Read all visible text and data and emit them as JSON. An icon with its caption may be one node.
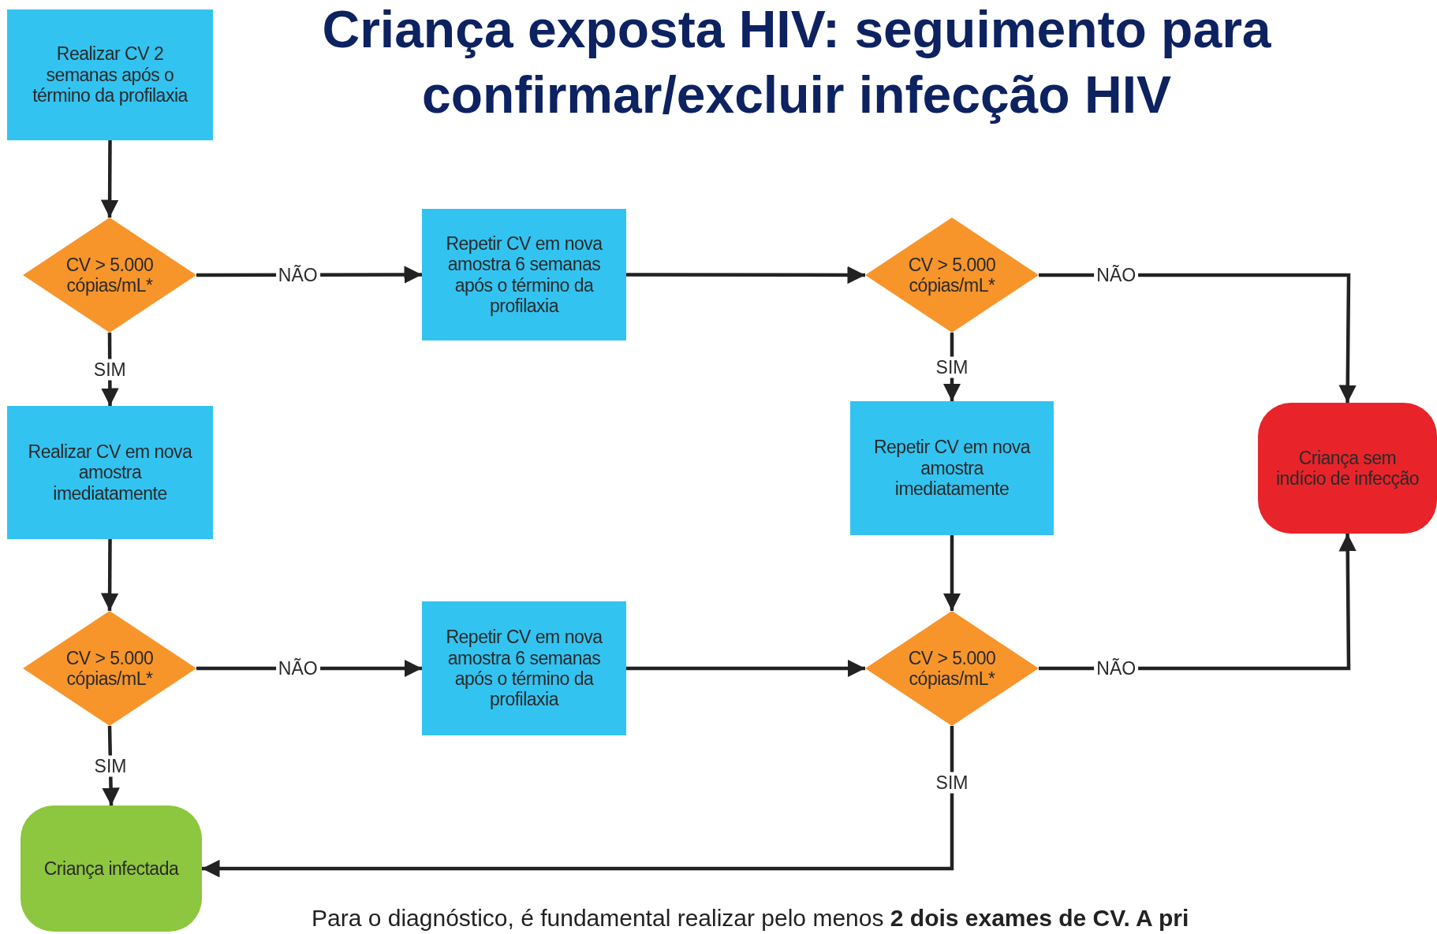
{
  "diagram": {
    "title": "Criança exposta HIV: seguimento para confirmar/excluir infecção HIV",
    "nodes": [
      {
        "text": [
          "Realizar CV 2 semanas após o término da profilaxia"
        ]
      },
      {
        "text": [
          "CV > 5.000 cópias/mL*"
        ]
      },
      {
        "text": [
          "Repetir CV em nova amostra 6 semanas após o término da profilaxia"
        ]
      },
      {
        "text": [
          "CV > 5.000 cópias/mL*"
        ]
      },
      {
        "text": [
          "Criança sem indício de infecção"
        ]
      },
      {
        "text": [
          "Realizar CV em nova amostra imediatamente"
        ]
      },
      {
        "text": [
          "Repetir CV em nova amostra imediatamente"
        ]
      },
      {
        "text": [
          "CV > 5.000 cópias/mL*"
        ]
      },
      {
        "text": [
          "Repetir CV em nova amostra 6 semanas após o término da profilaxia"
        ]
      },
      {
        "text": [
          "CV > 5.000 cópias/mL*"
        ]
      },
      {
        "text": [
          "Criança infectada"
        ]
      }
    ],
    "edges": [
      {
        "from": 0,
        "to": 1,
        "arrow": "to"
      },
      {
        "from": 1,
        "to": 2,
        "arrow": "to",
        "label": "NÃO"
      },
      {
        "from": 1,
        "to": 5,
        "arrow": "to",
        "label": "SIM"
      },
      {
        "from": 2,
        "to": 3,
        "arrow": "to"
      },
      {
        "from": 3,
        "to": 4,
        "arrow": "to",
        "label": "NÃO"
      },
      {
        "from": 3,
        "to": 6,
        "arrow": "to",
        "label": "SIM"
      },
      {
        "from": 5,
        "to": 7,
        "arrow": "to"
      },
      {
        "from": 7,
        "to": 8,
        "arrow": "to",
        "label": "NÃO"
      },
      {
        "from": 7,
        "to": 10,
        "arrow": "to",
        "label": "SIM"
      },
      {
        "from": 8,
        "to": 9,
        "arrow": "to"
      },
      {
        "from": 6,
        "to": 9,
        "arrow": "to"
      },
      {
        "from": 9,
        "to": 4,
        "arrow": "to",
        "label": "NÃO"
      },
      {
        "from": 9,
        "to": 10,
        "arrow": "to",
        "label": "SIM"
      }
    ],
    "labels": [
      "Para o diagnóstico, é fundamental realizar pelo menos **2 dois exames de CV. A pri**"
    ]
  }
}
